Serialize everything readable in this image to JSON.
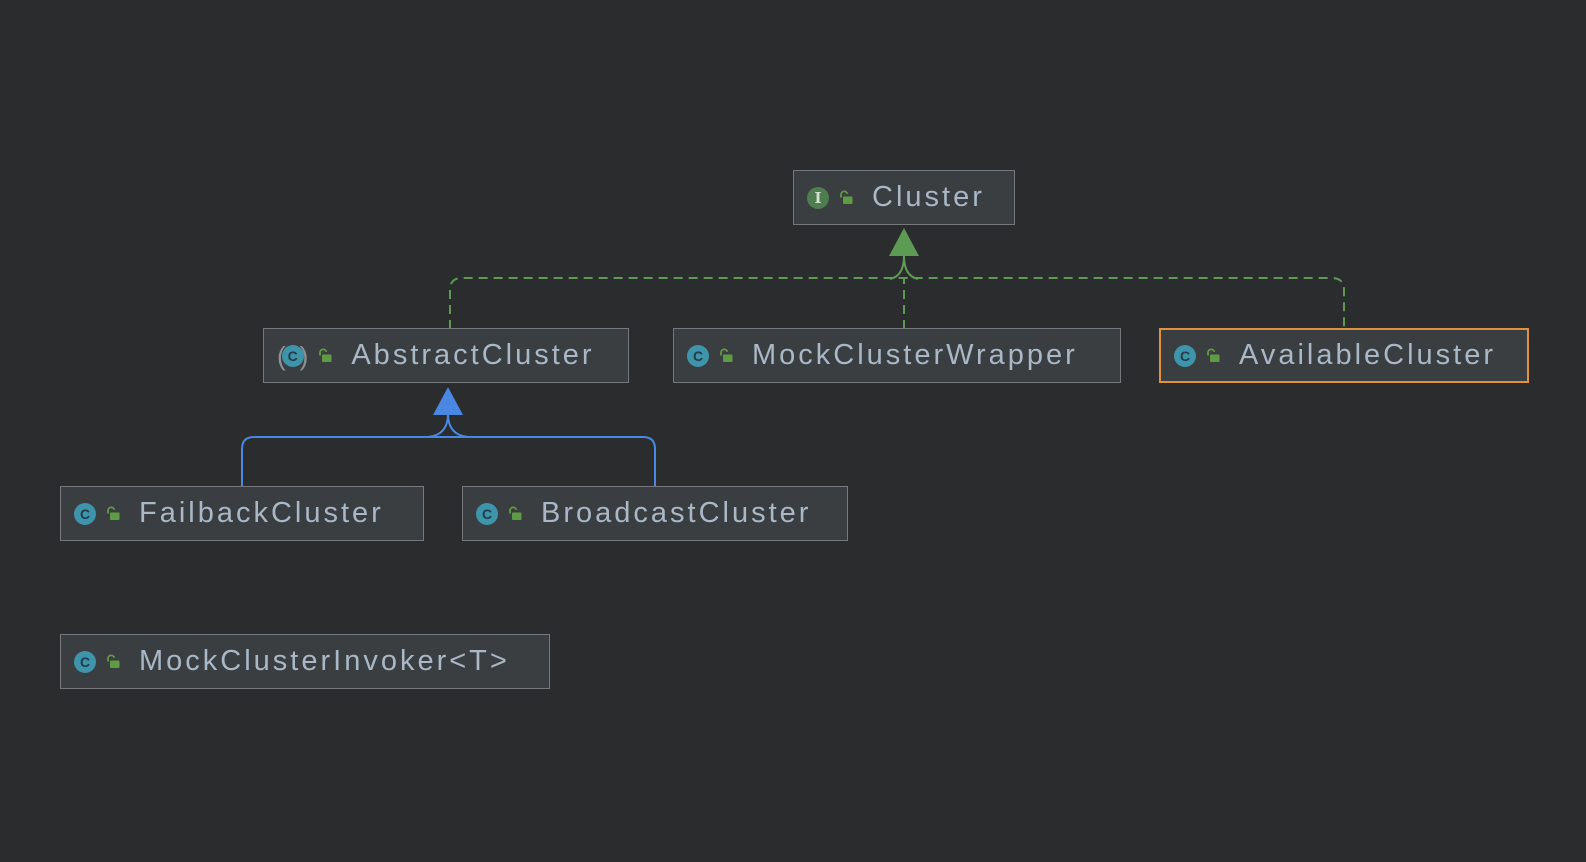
{
  "diagram": {
    "type": "uml-class-diagram",
    "colors": {
      "background": "#2a2c2e",
      "node-fill": "#3b3e40",
      "node-border": "#75797c",
      "node-text": "#a9b7c6",
      "selection": "#e0913f",
      "realization": "#5d9b55",
      "inheritance": "#4a87e2",
      "class-icon-fill": "#3d94ab",
      "class-icon-letter": "#233c48",
      "interface-icon-fill": "#4e7d50",
      "interface-icon-letter": "#d4e0d0",
      "lock-icon": "#5f9b45",
      "abstract-paren": "#8d9194"
    },
    "nodes": [
      {
        "label": "Cluster",
        "kind": "interface",
        "icon_letter": "I",
        "selected": false
      },
      {
        "label": "AbstractCluster",
        "kind": "abstract class",
        "icon_letter": "C",
        "paren_left": "(",
        "paren_right": ")",
        "selected": false
      },
      {
        "label": "MockClusterWrapper",
        "kind": "class",
        "icon_letter": "C",
        "selected": false
      },
      {
        "label": "AvailableCluster",
        "kind": "class",
        "icon_letter": "C",
        "selected": true
      },
      {
        "label": "FailbackCluster",
        "kind": "class",
        "icon_letter": "C",
        "selected": false
      },
      {
        "label": "BroadcastCluster",
        "kind": "class",
        "icon_letter": "C",
        "selected": false
      },
      {
        "label": "MockClusterInvoker<T>",
        "kind": "class",
        "icon_letter": "C",
        "selected": false
      }
    ],
    "edges": [
      {
        "type": "realization",
        "style": "dashed-green-arrow",
        "to": "Cluster",
        "from": [
          "AbstractCluster",
          "MockClusterWrapper",
          "AvailableCluster"
        ]
      },
      {
        "type": "inheritance",
        "style": "solid-blue-arrow",
        "to": "AbstractCluster",
        "from": [
          "FailbackCluster",
          "BroadcastCluster"
        ]
      }
    ]
  }
}
